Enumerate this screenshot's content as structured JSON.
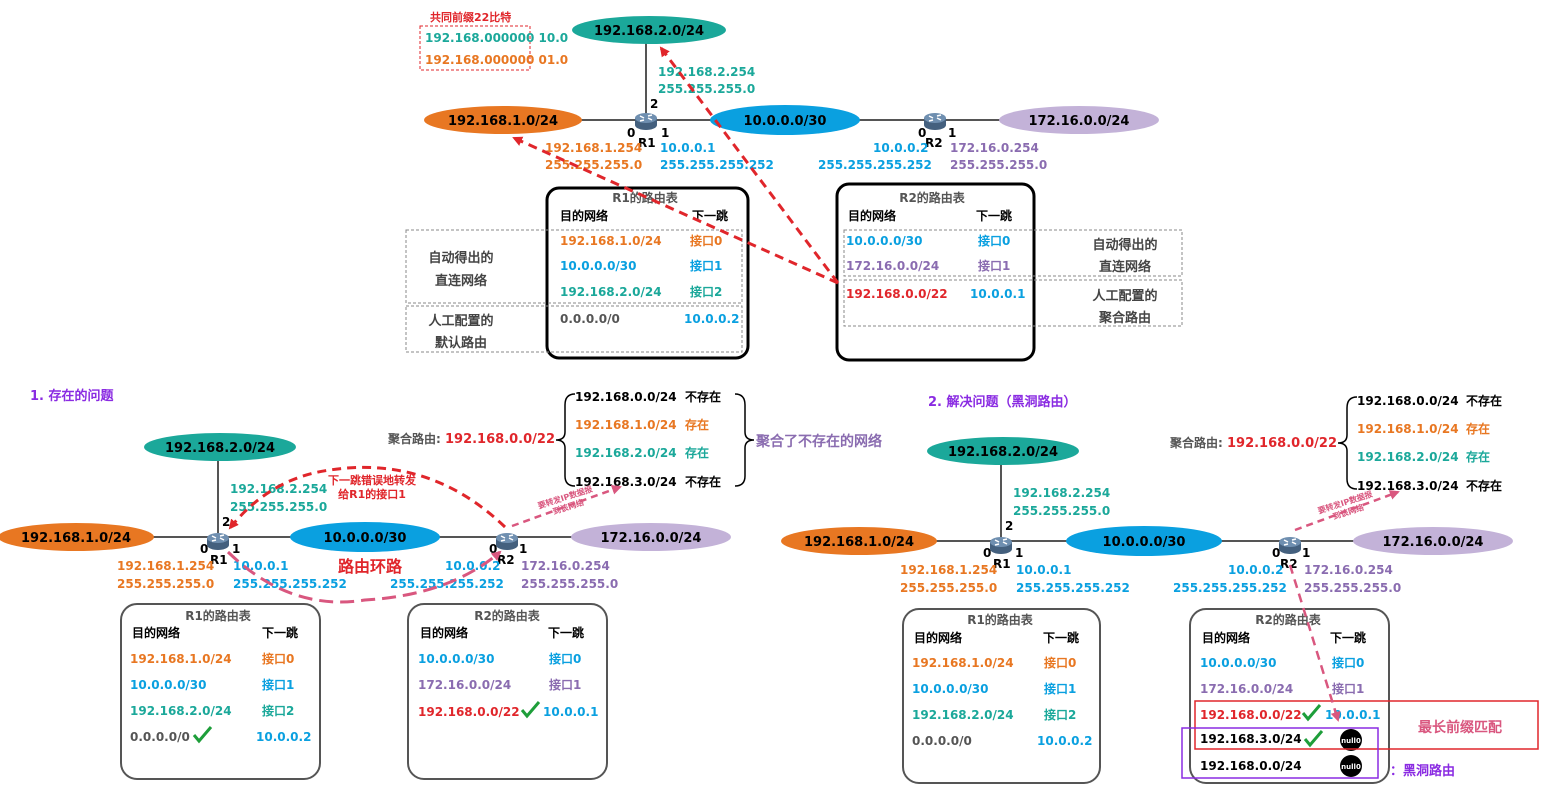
{
  "colors": {
    "orange": "#e87722",
    "teal": "#1ba89a",
    "blue": "#0aa0e0",
    "purple": "#8a6cb0",
    "lilac": "#c3b2d8",
    "red": "#e0262b",
    "pink": "#d9577f",
    "green": "#1e9e3a",
    "gray": "#555555",
    "sectionPurple": "#8a2be2"
  },
  "networks": {
    "n1": "192.168.1.0/24",
    "n2": "192.168.2.0/24",
    "n10": "10.0.0.0/30",
    "n172": "172.16.0.0/24",
    "agg": "192.168.0.0/22",
    "n0": "192.168.0.0/24",
    "n3": "192.168.3.0/24",
    "def": "0.0.0.0/0"
  },
  "routers": {
    "r1": "R1",
    "r2": "R2"
  },
  "ports": {
    "p0": "0",
    "p1": "1",
    "p2": "2"
  },
  "addr": {
    "r1_p0_ip": "192.168.1.254",
    "r1_p0_mask": "255.255.255.0",
    "r1_p2_ip": "192.168.2.254",
    "r1_p2_mask": "255.255.255.0",
    "r1_p1_ip": "10.0.0.1",
    "r1_p1_mask": "255.255.255.252",
    "r2_p0_ip": "10.0.0.2",
    "r2_p0_mask": "255.255.255.252",
    "r2_p1_ip": "172.16.0.254",
    "r2_p1_mask": "255.255.255.0"
  },
  "prefix_box": {
    "title": "共同前缀22比特",
    "line1": "192.168.000000 10.0",
    "line2": "192.168.000000 01.0"
  },
  "tables": {
    "r1_title": "R1的路由表",
    "r2_title": "R2的路由表",
    "col_dest": "目的网络",
    "col_next": "下一跳",
    "if0": "接口0",
    "if1": "接口1",
    "if2": "接口2",
    "nh_r2": "10.0.0.2",
    "nh_r1": "10.0.0.1",
    "null0": "null0"
  },
  "annotations": {
    "direct1": "自动得出的",
    "direct2": "直连网络",
    "static1": "人工配置的",
    "static2": "默认路由",
    "agg1": "人工配置的",
    "agg2": "聚合路由"
  },
  "section1": {
    "title": "1. 存在的问题",
    "agg_label": "聚合路由: ",
    "exists": "存在",
    "not_exists": "不存在",
    "brace_note": "聚合了不存在的网络",
    "wrong_hop1": "下一跳错误地转发",
    "wrong_hop2": "给R1的接口1",
    "forward1": "要转发IP数据报",
    "forward2": "到该网络",
    "loop": "路由环路"
  },
  "section2": {
    "title": "2. 解决问题（黑洞路由）",
    "longest": "最长前缀匹配",
    "blackhole": "：黑洞路由"
  }
}
